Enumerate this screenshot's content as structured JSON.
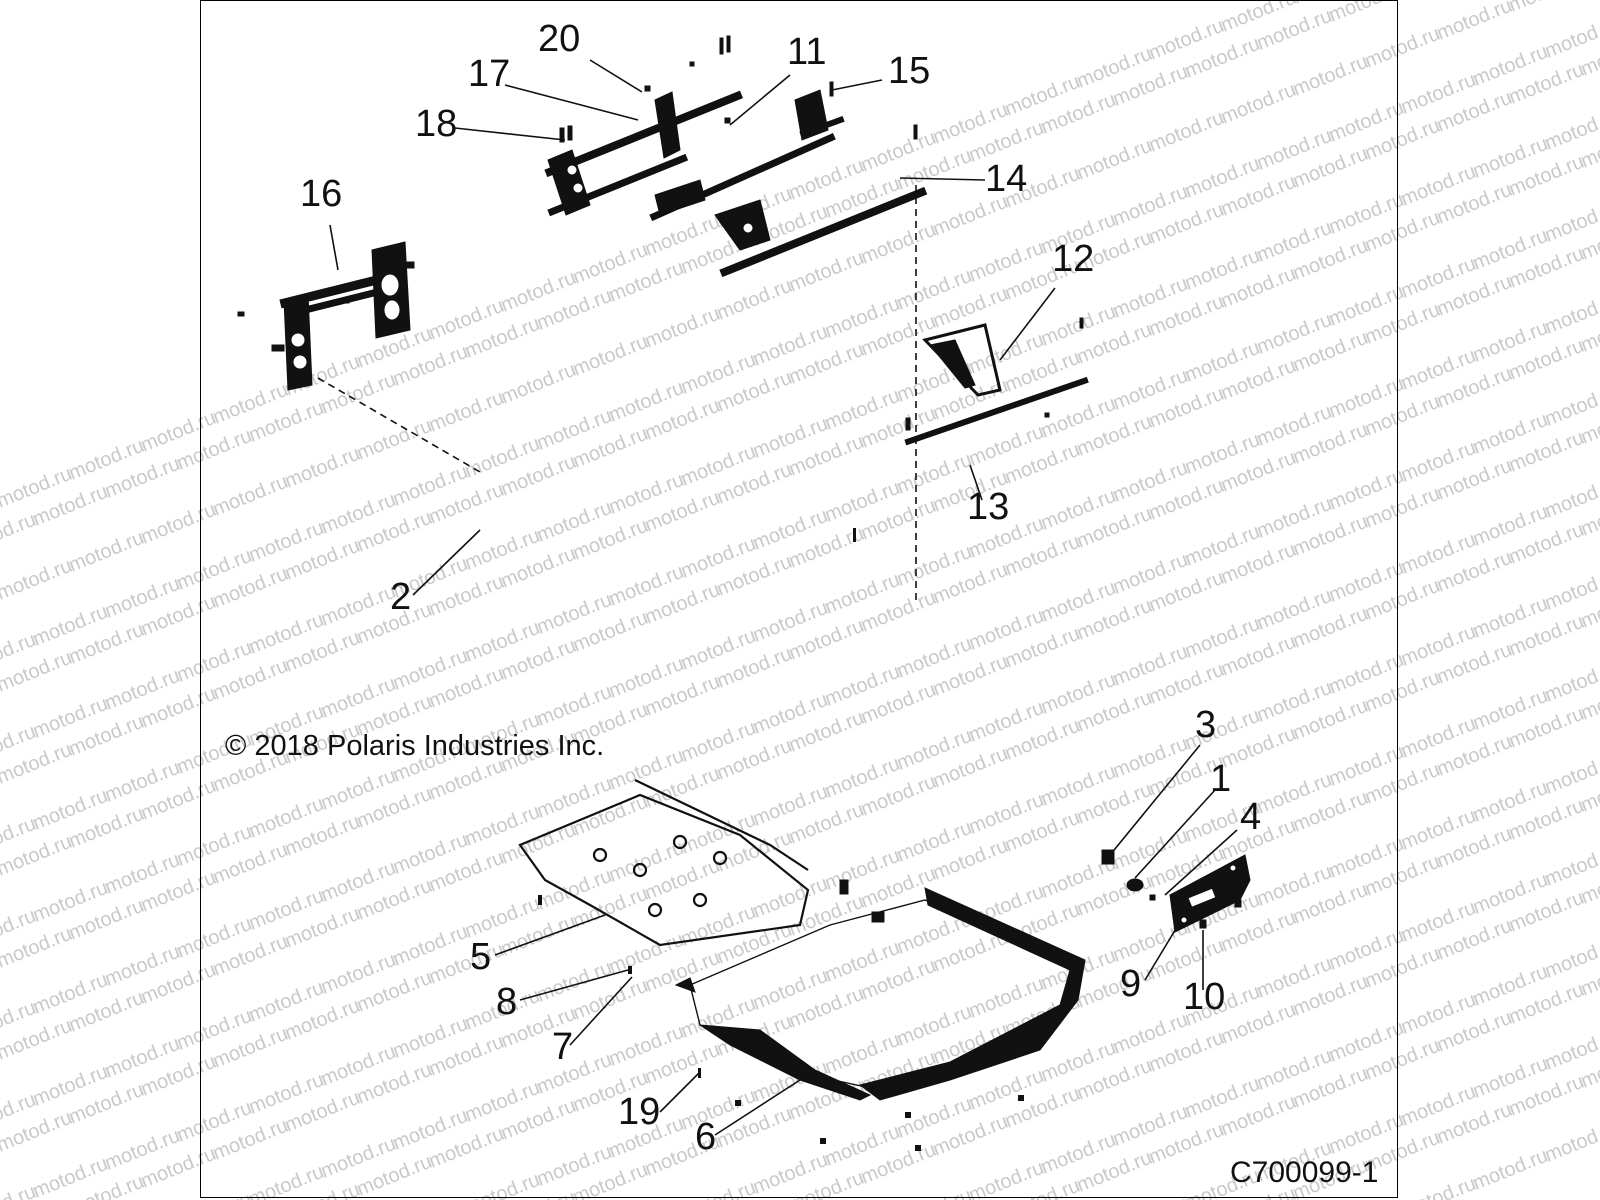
{
  "diagram": {
    "copyright": "© 2018 Polaris Industries Inc.",
    "figure_code": "C700099-1",
    "watermark_text": "motod.ru",
    "callouts": [
      {
        "label": "1"
      },
      {
        "label": "2"
      },
      {
        "label": "3"
      },
      {
        "label": "4"
      },
      {
        "label": "5"
      },
      {
        "label": "6"
      },
      {
        "label": "7"
      },
      {
        "label": "8"
      },
      {
        "label": "9"
      },
      {
        "label": "10"
      },
      {
        "label": "11"
      },
      {
        "label": "12"
      },
      {
        "label": "13"
      },
      {
        "label": "14"
      },
      {
        "label": "15"
      },
      {
        "label": "16"
      },
      {
        "label": "17"
      },
      {
        "label": "18"
      },
      {
        "label": "19"
      },
      {
        "label": "20"
      }
    ]
  }
}
